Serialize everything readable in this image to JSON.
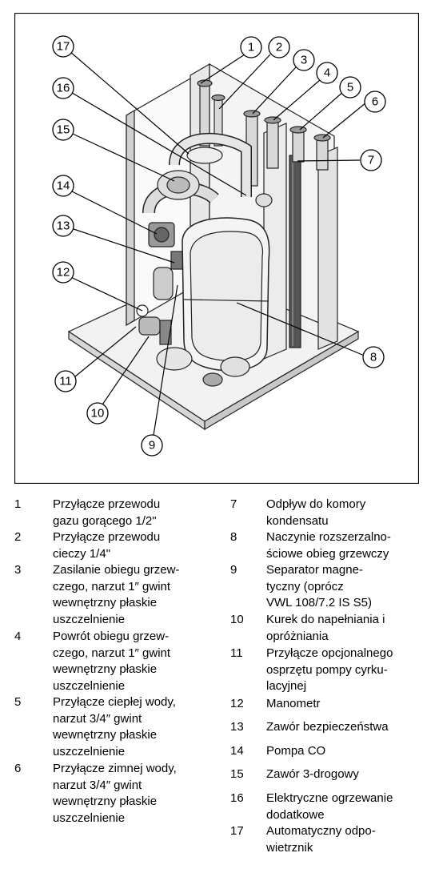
{
  "callouts": [
    "1",
    "2",
    "3",
    "4",
    "5",
    "6",
    "7",
    "8",
    "9",
    "10",
    "11",
    "12",
    "13",
    "14",
    "15",
    "16",
    "17"
  ],
  "legend": [
    {
      "num": "1",
      "text": "Przyłącze przewodu\ngazu gorącego 1/2\""
    },
    {
      "num": "2",
      "text": "Przyłącze przewodu\ncieczy 1/4\""
    },
    {
      "num": "3",
      "text": "Zasilanie obiegu grzew-\nczego, narzut 1″ gwint\nwewnętrzny płaskie\nuszczelnienie"
    },
    {
      "num": "4",
      "text": "Powrót obiegu grzew-\nczego, narzut 1″ gwint\nwewnętrzny płaskie\nuszczelnienie"
    },
    {
      "num": "5",
      "text": "Przyłącze ciepłej wody,\nnarzut 3/4″ gwint\nwewnętrzny płaskie\nuszczelnienie"
    },
    {
      "num": "6",
      "text": "Przyłącze zimnej wody,\nnarzut 3/4″ gwint\nwewnętrzny płaskie\nuszczelnienie"
    },
    {
      "num": "7",
      "text": "Odpływ do komory\nkondensatu"
    },
    {
      "num": "8",
      "text": "Naczynie rozszerzalno-\nściowe obieg grzewczy"
    },
    {
      "num": "9",
      "text": "Separator magne-\ntyczny (oprócz\nVWL 108/7.2 IS S5)"
    },
    {
      "num": "10",
      "text": "Kurek do napełniania i\nopróżniania"
    },
    {
      "num": "11",
      "text": "Przyłącze opcjonalnego\nosprzętu pompy cyrku-\nlacyjnej"
    },
    {
      "num": "12",
      "text": "Manometr"
    },
    {
      "num": "13",
      "text": "Zawór bezpieczeństwa"
    },
    {
      "num": "14",
      "text": "Pompa CO"
    },
    {
      "num": "15",
      "text": "Zawór 3-drogowy"
    },
    {
      "num": "16",
      "text": "Elektryczne ogrzewanie\ndodatkowe"
    },
    {
      "num": "17",
      "text": "Automatyczny odpo-\nwietrznik"
    }
  ]
}
